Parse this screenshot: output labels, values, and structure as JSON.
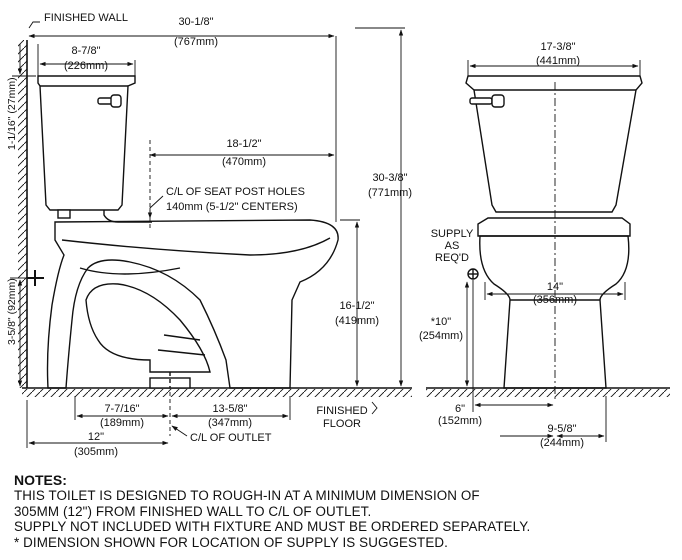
{
  "labels": {
    "finished_wall": "FINISHED WALL",
    "finished_floor_1": "FINISHED",
    "finished_floor_2": "FLOOR",
    "seat_post_1": "C/L OF SEAT POST HOLES",
    "seat_post_2": "140mm (5-1/2\" CENTERS)",
    "outlet": "C/L OF OUTLET",
    "supply_1": "SUPPLY",
    "supply_2": "AS",
    "supply_3": "REQ'D"
  },
  "dimensions": {
    "overall_depth": {
      "in": "30-1/8\"",
      "mm": "(767mm)"
    },
    "tank_depth": {
      "in": "8-7/8\"",
      "mm": "(226mm)"
    },
    "seat_post": {
      "in": "18-1/2\"",
      "mm": "(470mm)"
    },
    "overall_height": {
      "in": "30-3/8\"",
      "mm": "(771mm)"
    },
    "rim_height": {
      "in": "16-1/2\"",
      "mm": "(419mm)"
    },
    "outlet_front": {
      "in": "7-7/16\"",
      "mm": "(189mm)"
    },
    "outlet_rear": {
      "in": "13-5/8\"",
      "mm": "(347mm)"
    },
    "rough_in": {
      "in": "12\"",
      "mm": "(305mm)"
    },
    "tank_top": "1-1/16\" (27mm)",
    "inlet_height": "3-5/8\" (92mm)",
    "tank_width": {
      "in": "17-3/8\"",
      "mm": "(441mm)"
    },
    "bowl_width": {
      "in": "14\"",
      "mm": "(356mm)"
    },
    "supply_height": {
      "in": "*10\"",
      "mm": "(254mm)"
    },
    "supply_offset": {
      "in": "6\"",
      "mm": "(152mm)"
    },
    "base_width": {
      "in": "9-5/8\"",
      "mm": "(244mm)"
    }
  },
  "notes": {
    "title": "NOTES:",
    "lines": [
      "THIS TOILET IS DESIGNED TO ROUGH-IN AT A MINIMUM DIMENSION OF",
      "305MM (12\") FROM FINISHED WALL TO C/L OF OUTLET.",
      "SUPPLY NOT INCLUDED WITH FIXTURE AND MUST BE ORDERED SEPARATELY.",
      "* DIMENSION SHOWN FOR LOCATION OF SUPPLY IS SUGGESTED."
    ]
  }
}
